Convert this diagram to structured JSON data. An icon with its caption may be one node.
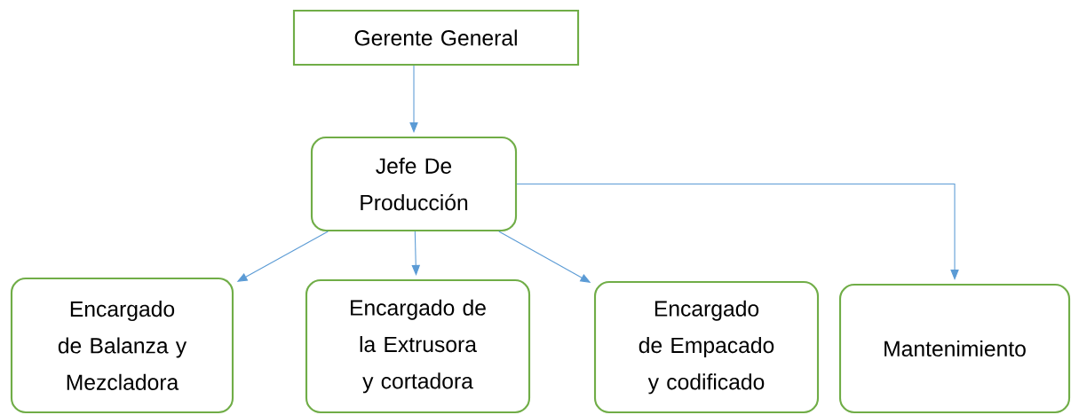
{
  "diagram": {
    "nodes": [
      {
        "text": [
          "Gerente General"
        ]
      },
      {
        "text": [
          "Jefe De Producción"
        ]
      },
      {
        "text": [
          "Encargado de Balanza y Mezcladora"
        ]
      },
      {
        "text": [
          "Encargado de la Extrusora y cortadora"
        ]
      },
      {
        "text": [
          "Encargado de Empacado y codificado"
        ]
      },
      {
        "text": [
          "Mantenimiento"
        ]
      }
    ],
    "edges": [
      {
        "from": 0,
        "to": 1,
        "arrow": "to"
      },
      {
        "from": 1,
        "to": 2,
        "arrow": "to"
      },
      {
        "from": 1,
        "to": 3,
        "arrow": "to"
      },
      {
        "from": 1,
        "to": 4,
        "arrow": "to"
      },
      {
        "from": 1,
        "to": 5,
        "arrow": "to"
      }
    ]
  }
}
